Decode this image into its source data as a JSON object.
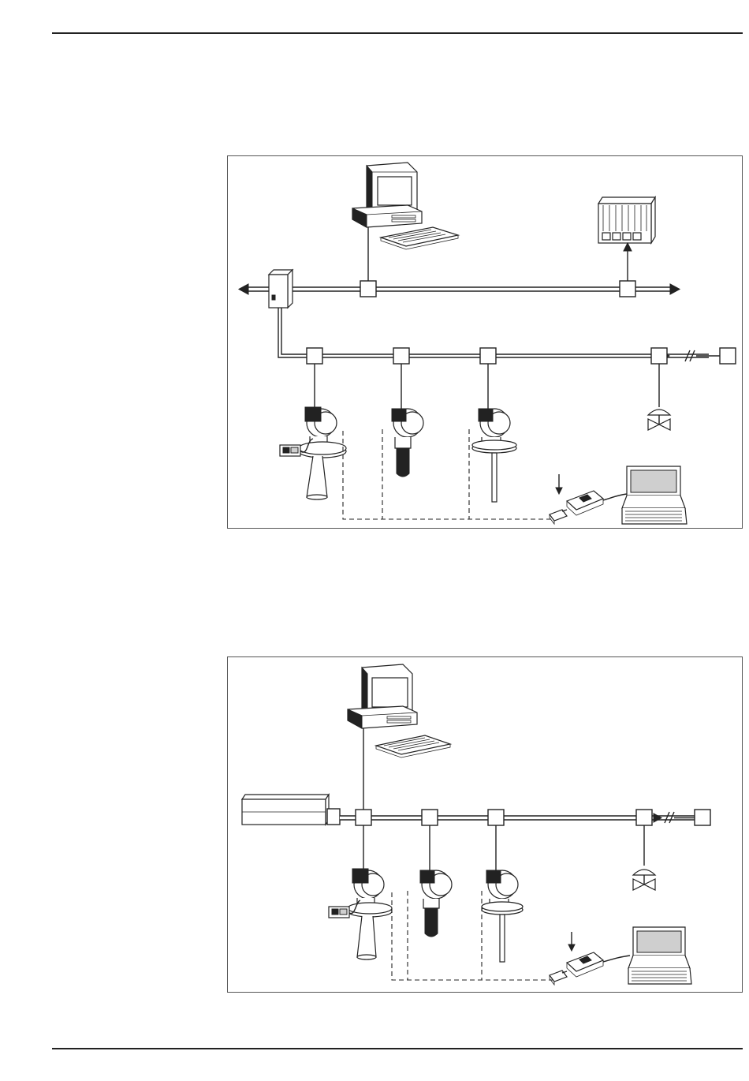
{
  "page": {
    "header_rule": true,
    "footer_rule": true
  },
  "figures": [
    {
      "id": "figure-top",
      "type": "fieldbus-topology-with-coupler"
    },
    {
      "id": "figure-bottom",
      "type": "fieldbus-topology-direct"
    }
  ],
  "icons": [
    "workstation-icon",
    "keyboard-icon",
    "plc-rack-icon",
    "segment-coupler-icon",
    "junction-box-icon",
    "radar-level-transmitter-icon",
    "display-module-icon",
    "capacitance-probe-icon",
    "rod-probe-icon",
    "control-valve-icon",
    "laptop-icon",
    "service-interface-icon",
    "power-supply-icon",
    "terminator-icon"
  ],
  "colors": {
    "line": "#222222",
    "frame": "#555555",
    "screen": "#cfcfcf"
  }
}
